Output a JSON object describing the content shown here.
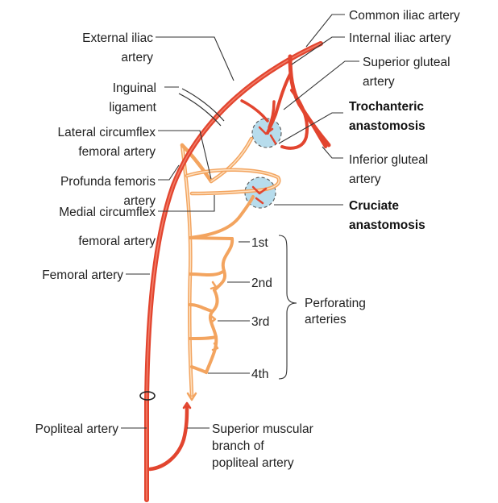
{
  "labels": {
    "common_iliac": "Common iliac artery",
    "internal_iliac": "Internal iliac artery",
    "superior_gluteal_1": "Superior gluteal",
    "superior_gluteal_2": "artery",
    "external_iliac_1": "External iliac",
    "external_iliac_2": "artery",
    "inguinal_1": "Inguinal",
    "inguinal_2": "ligament",
    "trochanteric_1": "Trochanteric",
    "trochanteric_2": "anastomosis",
    "lateral_circ_1": "Lateral circumflex",
    "lateral_circ_2": "femoral artery",
    "inferior_gluteal_1": "Inferior gluteal",
    "inferior_gluteal_2": "artery",
    "profunda_1": "Profunda femoris",
    "profunda_2": "artery",
    "cruciate_1": "Cruciate",
    "cruciate_2": "anastomosis",
    "medial_circ_1": "Medial circumflex",
    "medial_circ_2": "femoral artery",
    "femoral": "Femoral artery",
    "perf_1st": "1st",
    "perf_2nd": "2nd",
    "perf_3rd": "3rd",
    "perf_4th": "4th",
    "perforating_1": "Perforating",
    "perforating_2": "arteries",
    "popliteal": "Popliteal artery",
    "sup_musc_1": "Superior muscular",
    "sup_musc_2": "branch of",
    "sup_musc_3": "popliteal artery"
  },
  "colors": {
    "artery_red": "#e2452f",
    "profunda_orange": "#f3a45f",
    "anastomosis_fill": "#b7dcec",
    "leader_line": "#333333"
  }
}
